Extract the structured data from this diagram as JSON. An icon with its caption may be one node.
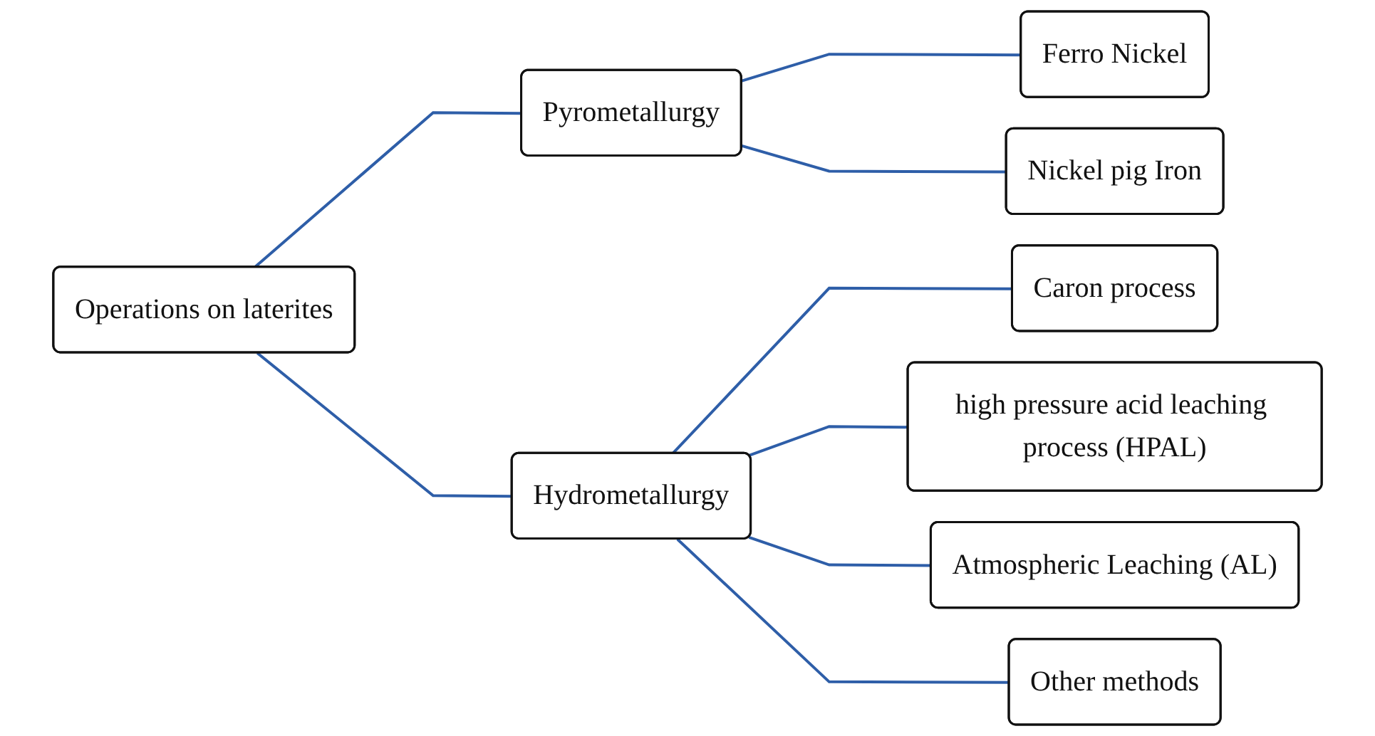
{
  "diagram": {
    "nodes": [
      {
        "text": [
          "Operations on laterites"
        ]
      },
      {
        "text": [
          "Pyrometallurgy"
        ]
      },
      {
        "text": [
          "Hydrometallurgy"
        ]
      },
      {
        "text": [
          "Ferro Nickel"
        ]
      },
      {
        "text": [
          "Nickel pig Iron"
        ]
      },
      {
        "text": [
          "Caron process"
        ]
      },
      {
        "text": [
          "high pressure acid leaching process (HPAL)"
        ]
      },
      {
        "text": [
          "Atmospheric Leaching (AL)"
        ]
      },
      {
        "text": [
          "Other methods"
        ]
      }
    ],
    "edges": [
      {
        "from": 0,
        "to": 1,
        "arrow": "none",
        "color": "#2e5ea8"
      },
      {
        "from": 0,
        "to": 2,
        "arrow": "none",
        "color": "#2e5ea8"
      },
      {
        "from": 1,
        "to": 3,
        "arrow": "none",
        "color": "#2e5ea8"
      },
      {
        "from": 1,
        "to": 4,
        "arrow": "none",
        "color": "#2e5ea8"
      },
      {
        "from": 2,
        "to": 5,
        "arrow": "none",
        "color": "#2e5ea8"
      },
      {
        "from": 2,
        "to": 6,
        "arrow": "none",
        "color": "#2e5ea8"
      },
      {
        "from": 2,
        "to": 7,
        "arrow": "none",
        "color": "#2e5ea8"
      },
      {
        "from": 2,
        "to": 8,
        "arrow": "none",
        "color": "#2e5ea8"
      }
    ]
  }
}
